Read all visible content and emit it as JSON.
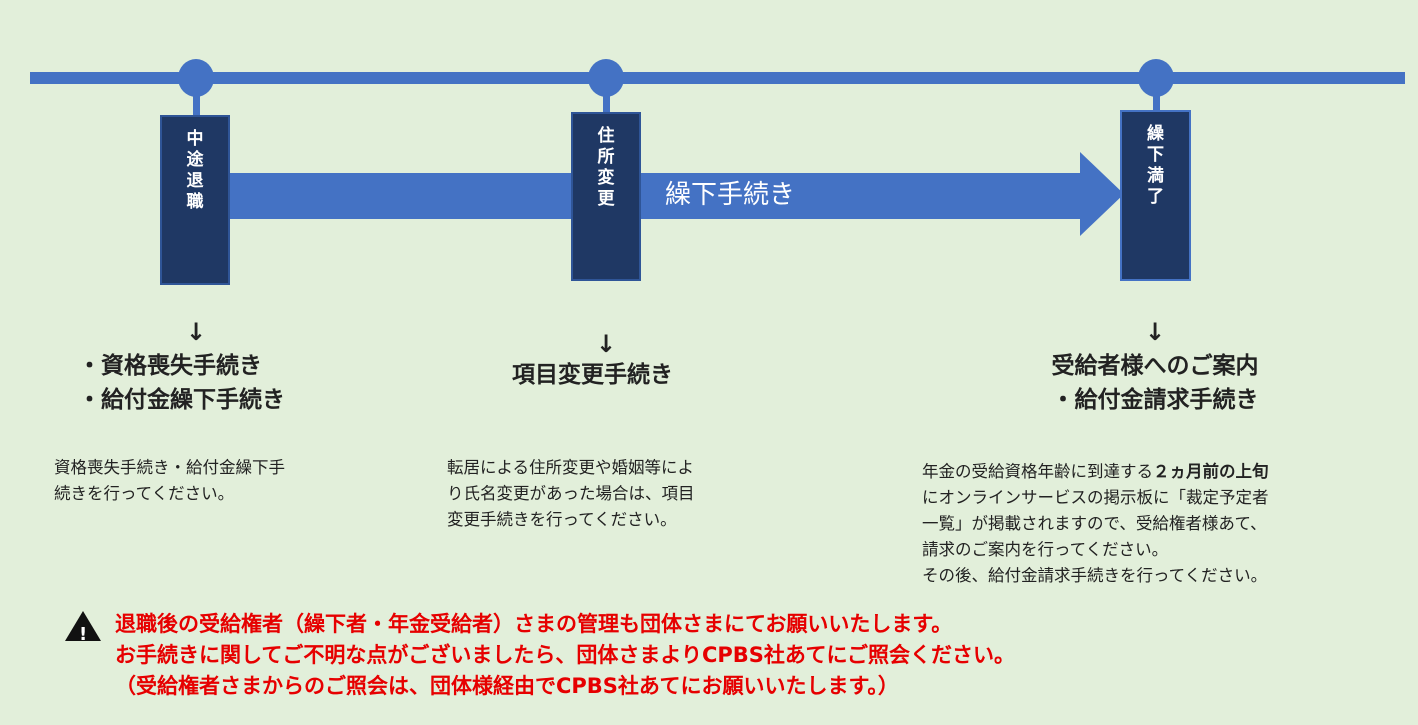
{
  "milestones": [
    {
      "label": "中途退職",
      "arrow": "↓",
      "heading": [
        "・資格喪失手続き",
        "・給付金繰下手続き"
      ],
      "description": [
        "資格喪失手続き・給付金繰下手",
        "続きを行ってください。"
      ]
    },
    {
      "label": "住所変更",
      "arrow": "↓",
      "heading": [
        "項目変更手続き"
      ],
      "description": [
        "転居による住所変更や婚姻等によ",
        "り氏名変更があった場合は、項目",
        "変更手続きを行ってください。"
      ]
    },
    {
      "label": "繰下満了",
      "arrow": "↓",
      "heading": [
        "受給者様へのご案内",
        "・給付金請求手続き"
      ],
      "description_bold_prefix": "年金の受給資格年齢に到達する",
      "description_bold": "２ヵ月前の上旬",
      "description": [
        "にオンラインサービスの掲示板に「裁定予定者",
        "一覧」が掲載されますので、受給権者様あて、",
        "請求のご案内を行ってください。",
        "その後、給付金請求手続きを行ってください。"
      ]
    }
  ],
  "process_arrow": "繰下手続き",
  "warning": {
    "icon": "warning-icon",
    "lines": [
      "退職後の受給権者（繰下者・年金受給者）さまの管理も団体さまにてお願いいたします。",
      "お手続きに関してご不明な点がございましたら、団体さまよりCPBS社あてにご照会ください。",
      "（受給権者さまからのご照会は、団体様経由でCPBS社あてにお願いいたします。）"
    ]
  },
  "colors": {
    "background": "#e2efda",
    "line": "#4472c4",
    "box": "#1f3864",
    "warning": "#e60000"
  }
}
